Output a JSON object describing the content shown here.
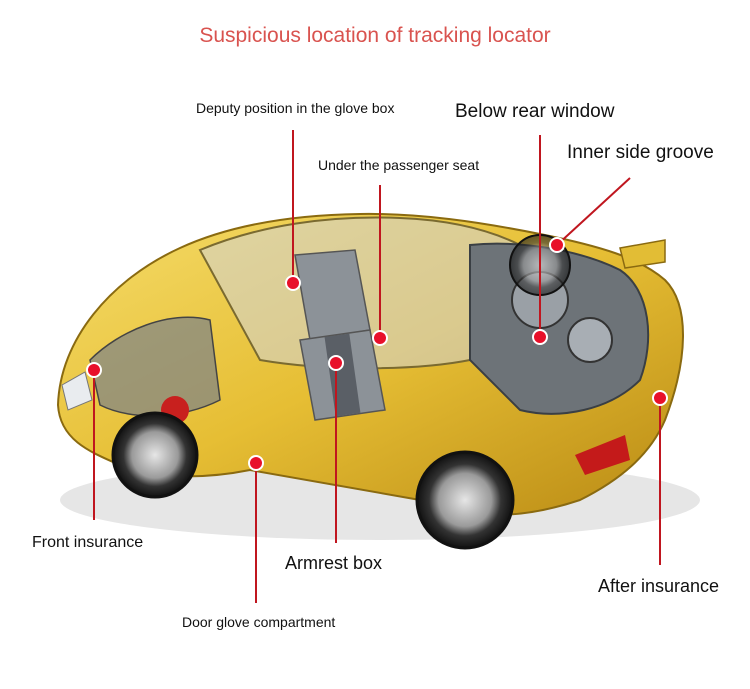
{
  "title": "Suspicious location of tracking locator",
  "colors": {
    "title": "#d9534f",
    "marker": "#e8102a",
    "leader": "#c0161f",
    "body": "#e8c43a"
  },
  "labels": {
    "glove_box": "Deputy position in the glove box",
    "passenger_seat": "Under the passenger seat",
    "rear_window": "Below rear window",
    "side_groove": "Inner side groove",
    "front": "Front insurance",
    "armrest": "Armrest box",
    "after": "After insurance",
    "door_glove": "Door glove compartment"
  },
  "image": {
    "subject": "cutaway yellow sports car"
  }
}
